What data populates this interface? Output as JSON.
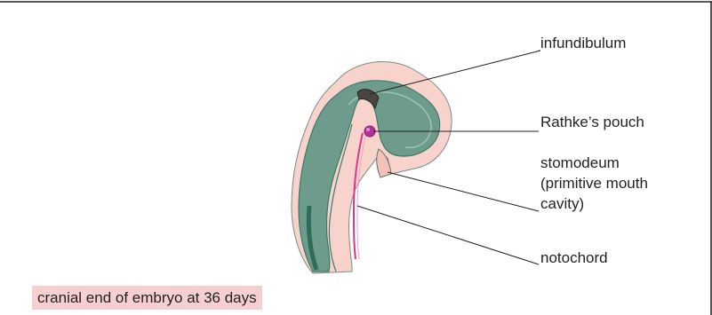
{
  "colors": {
    "skin_pink": "#f7d3cc",
    "tissue_green": "#6d9c8c",
    "outline_green": "#3e7a6a",
    "dark_band": "#2f6c58",
    "notochord_magenta": "#d8388c",
    "rathke_purple": "#b2329a",
    "infundibulum_dark": "#4a4542",
    "caption_bg": "#f6cfd2",
    "line_color": "#231f20"
  },
  "labels": {
    "infundibulum": "infundibulum",
    "rathke": "Rathke’s pouch",
    "stomodeum_line1": "stomodeum",
    "stomodeum_line2": "(primitive mouth",
    "stomodeum_line3": "cavity)",
    "notochord": "notochord"
  },
  "caption": "cranial end of embryo at 36 days"
}
